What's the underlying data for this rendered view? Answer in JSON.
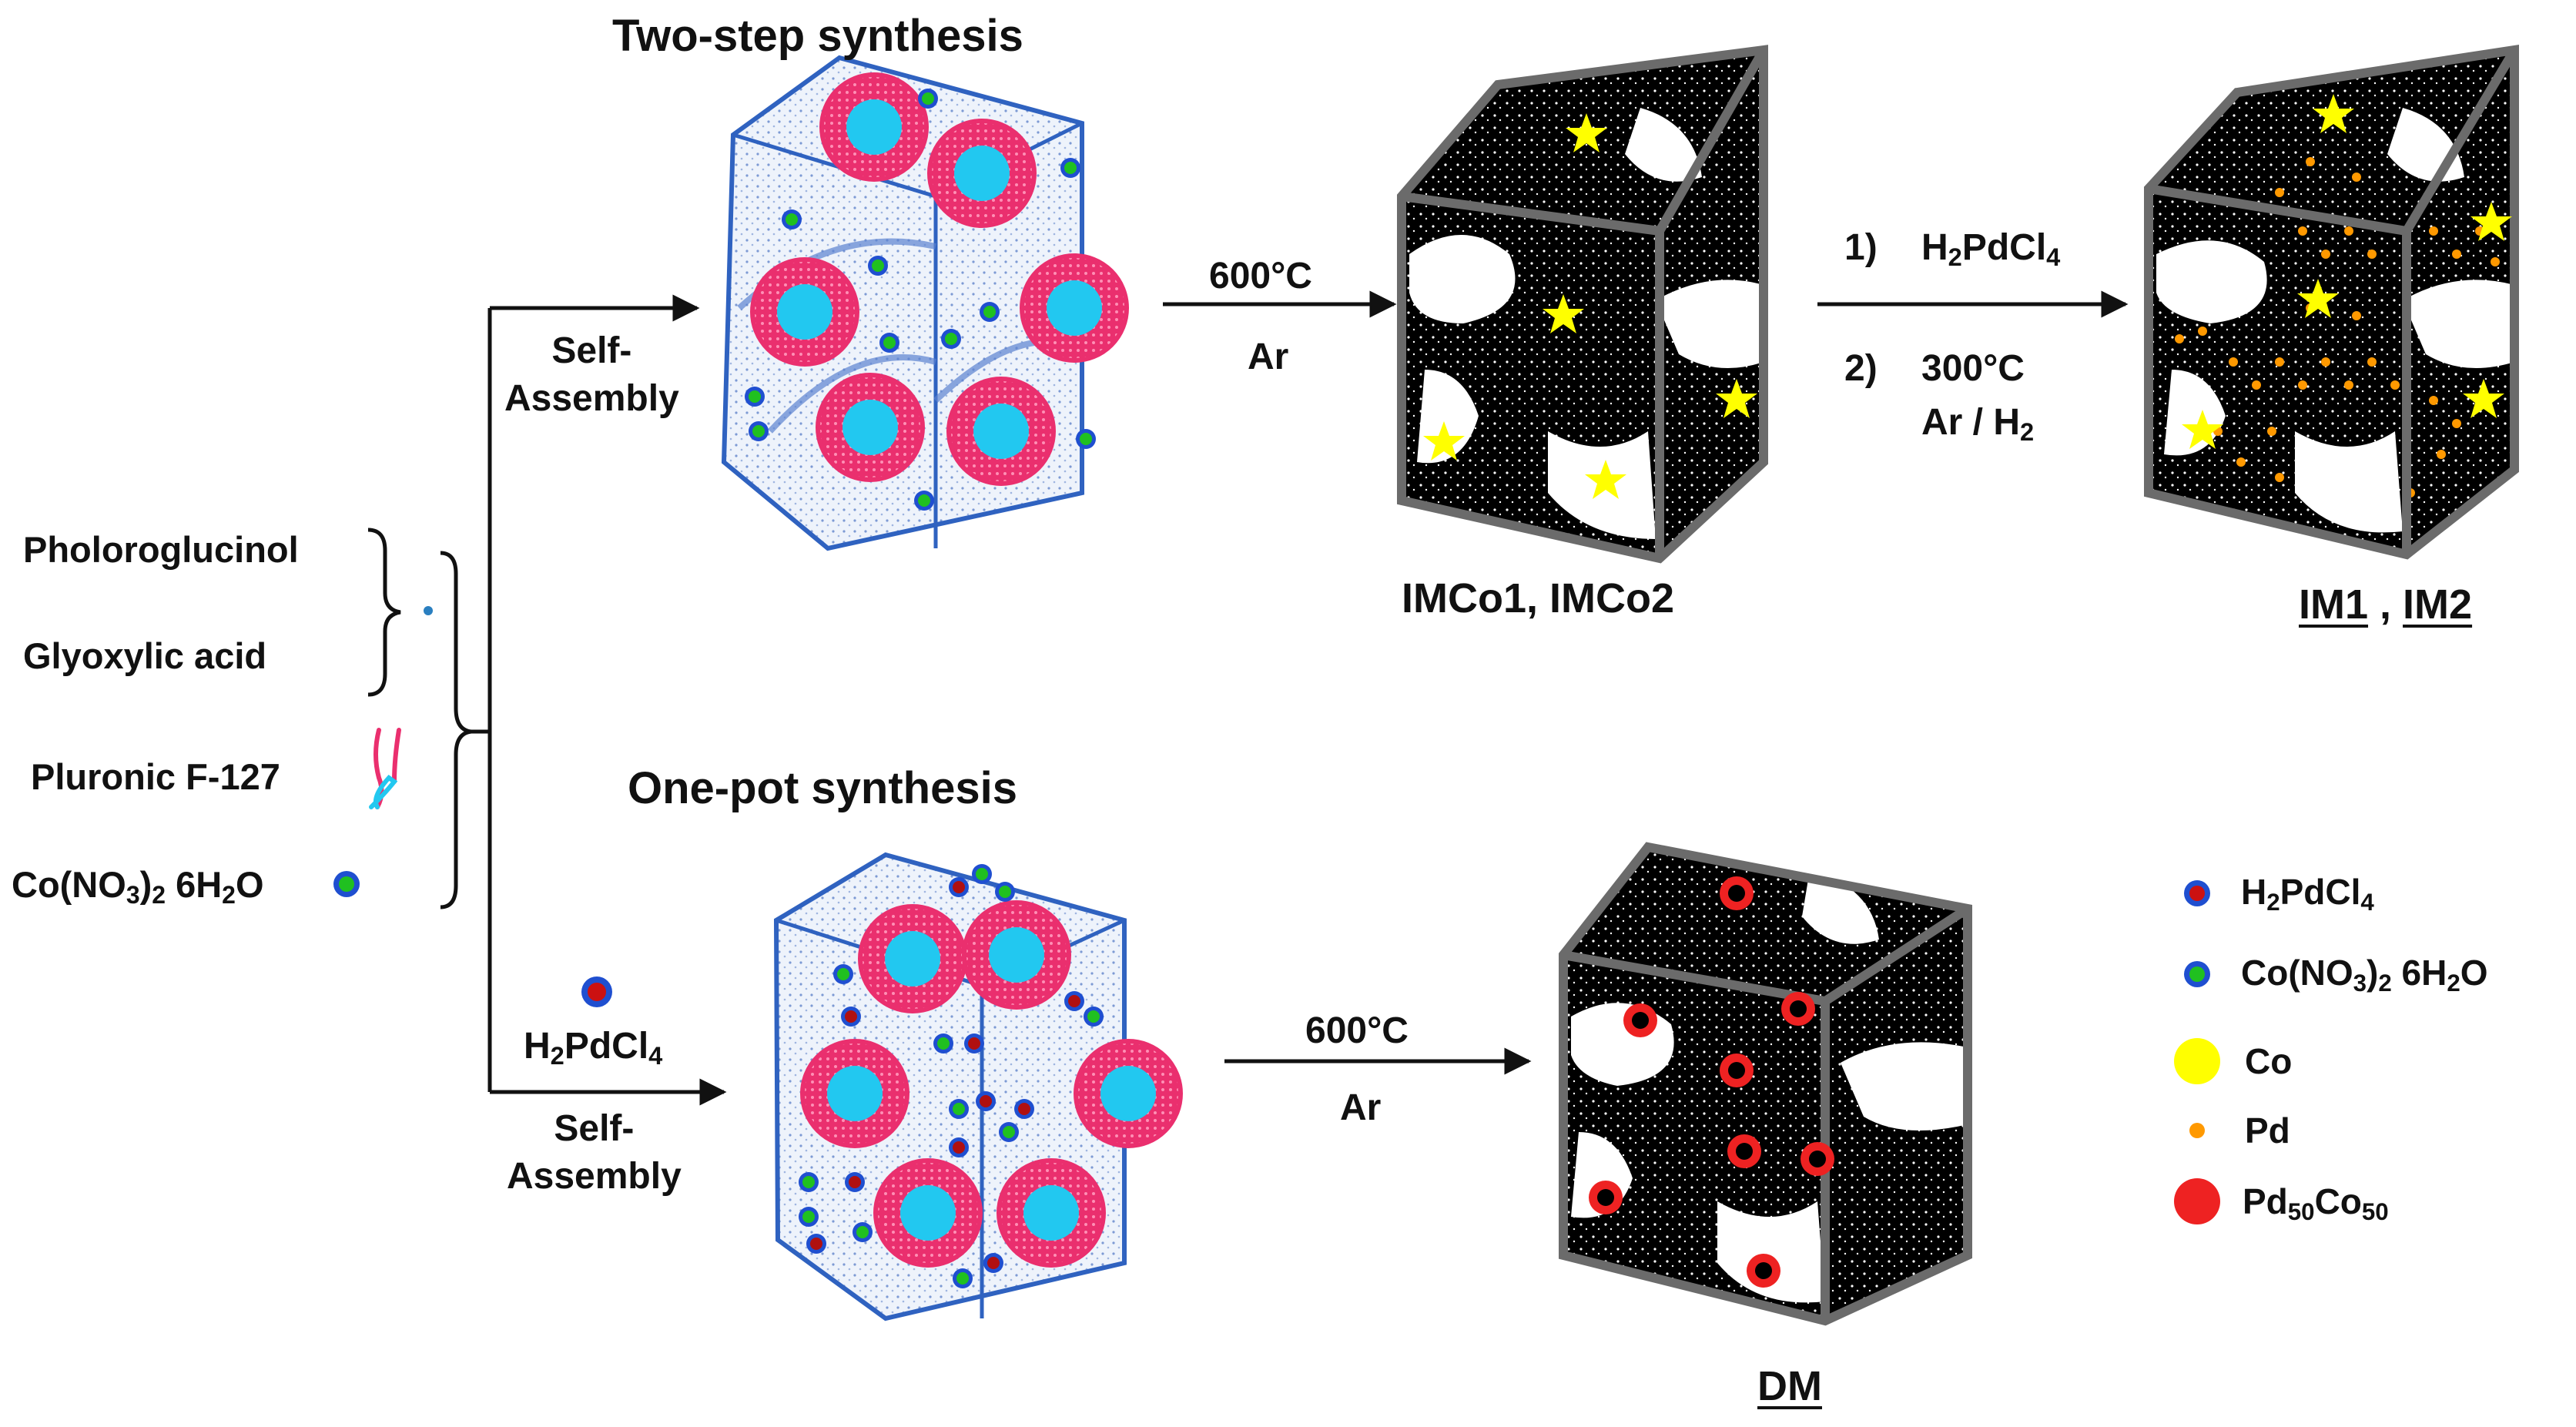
{
  "titles": {
    "two_step": "Two-step synthesis",
    "one_pot": "One-pot synthesis"
  },
  "reagents": {
    "phloroglucinol": "Pholoroglucinol",
    "glyoxylic": "Glyoxylic acid",
    "pluronic": "Pluronic F-127",
    "cobalt_main": "Co(NO",
    "cobalt_sub1": "3",
    "cobalt_mid": ")",
    "cobalt_sub2": "2",
    "cobalt_tail_a": " 6H",
    "cobalt_sub3": "2",
    "cobalt_tail_b": "O"
  },
  "steps": {
    "self_assembly_1a": "Self-",
    "self_assembly_1b": "Assembly",
    "self_assembly_2a": "Self-",
    "self_assembly_2b": "Assembly",
    "pd_reagent_a": "H",
    "pd_reagent_sub1": "2",
    "pd_reagent_b": "PdCl",
    "pd_reagent_sub2": "4",
    "temp_600_top": "600°C",
    "ar_top": "Ar",
    "temp_600_bottom": "600°C",
    "ar_bottom": "Ar",
    "step1_num": "1)",
    "step1_a": "H",
    "step1_sub1": "2",
    "step1_b": "PdCl",
    "step1_sub2": "4",
    "step2_num": "2)",
    "step2_temp": "300°C",
    "step2_gas_a": "Ar / H",
    "step2_gas_sub": "2"
  },
  "products": {
    "imco": "IMCo1, IMCo2",
    "im1": "IM1",
    "comma": " , ",
    "im2": "IM2",
    "dm": "DM"
  },
  "legend": [
    {
      "key": "h2pdcl4",
      "a": "H",
      "s1": "2",
      "b": "PdCl",
      "s2": "4",
      "color": "#cc1111",
      "ring": "#1f4fd0"
    },
    {
      "key": "cobalt_nitrate",
      "a": "Co(NO",
      "s1": "3",
      "b": ")",
      "s2": "2",
      "c": " 6H",
      "s3": "2",
      "d": "O",
      "color": "#20c020",
      "ring": "#1f4fd0"
    },
    {
      "key": "co",
      "text": "Co",
      "color": "#ffff00"
    },
    {
      "key": "pd",
      "text": "Pd",
      "color": "#ff9900"
    },
    {
      "key": "pd50co50",
      "a": "Pd",
      "s1": "50",
      "b": "Co",
      "s2": "50",
      "color": "#ee2222"
    }
  ],
  "colors": {
    "micelle_shell": "#ea2f6e",
    "micelle_core": "#22c8f0",
    "framework": "#2f62c0",
    "co_particle": "#ffff00",
    "pd_particle": "#ff9900",
    "alloy_particle": "#ee2222",
    "frame": "#6b6b6b"
  }
}
